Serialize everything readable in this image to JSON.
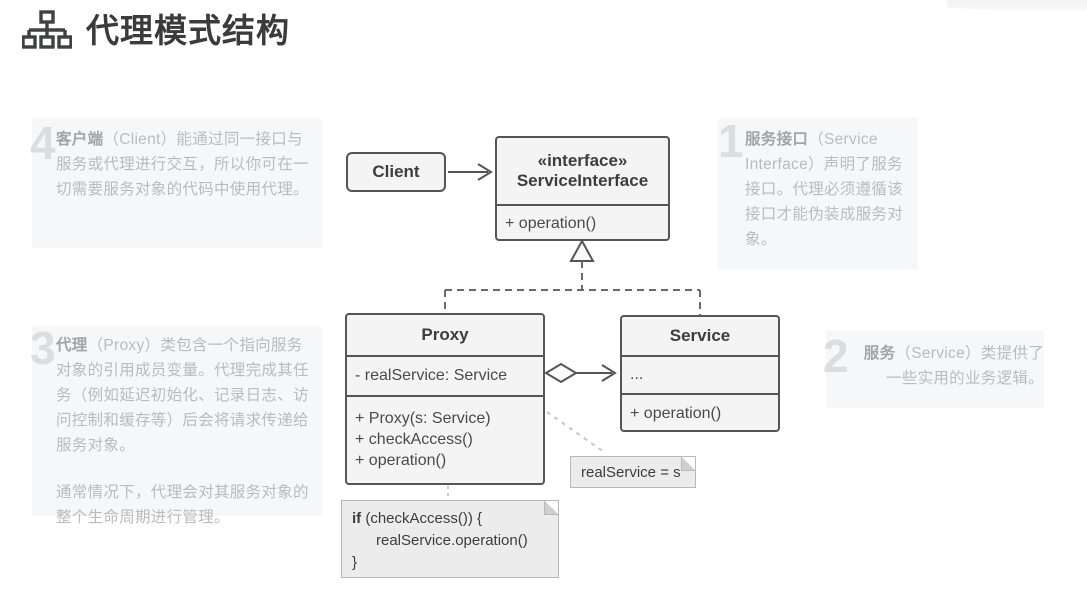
{
  "header": {
    "title": "代理模式结构",
    "icon": "sitemap-icon"
  },
  "colors": {
    "box_border": "#555555",
    "box_fill": "#f4f4f4",
    "note_panel": "#f6f7f8",
    "note_text": "#b9bbbd",
    "note_number": "#dcdddf",
    "sticky_fill": "#ececec",
    "title_text": "#3b3b3b"
  },
  "annotations": [
    {
      "number": "1",
      "term": "服务接口",
      "body": "（Service Interface）声明了服务接口。代理必须遵循该接口才能伪装成服务对象。"
    },
    {
      "number": "2",
      "term": "服务",
      "body": "（Service）类提供了一些实用的业务逻辑。"
    },
    {
      "number": "3",
      "term": "代理",
      "body": "（Proxy）类包含一个指向服务对象的引用成员变量。代理完成其任务（例如延迟初始化、记录日志、访问控制和缓存等）后会将请求传递给服务对象。",
      "body2": "通常情况下，代理会对其服务对象的整个生命周期进行管理。"
    },
    {
      "number": "4",
      "term": "客户端",
      "body": "（Client）能通过同一接口与服务或代理进行交互，所以你可在一切需要服务对象的代码中使用代理。"
    }
  ],
  "diagram": {
    "client": {
      "name": "Client"
    },
    "service_interface": {
      "stereotype": "«interface»",
      "name": "ServiceInterface",
      "operations": [
        "+ operation()"
      ]
    },
    "proxy": {
      "name": "Proxy",
      "attributes": [
        "- realService: Service"
      ],
      "operations": [
        "+ Proxy(s: Service)",
        "+ checkAccess()",
        "+ operation()"
      ]
    },
    "service": {
      "name": "Service",
      "attributes": [
        "..."
      ],
      "operations": [
        "+ operation()"
      ]
    },
    "notes": {
      "assignment": "realService = s",
      "code_line1_keyword": "if",
      "code_line1_rest": " (checkAccess()) {",
      "code_line2": "realService.operation()",
      "code_line3": "}"
    },
    "relations": [
      {
        "from": "Client",
        "to": "ServiceInterface",
        "type": "association-arrow"
      },
      {
        "from": "Proxy",
        "to": "ServiceInterface",
        "type": "realization"
      },
      {
        "from": "Service",
        "to": "ServiceInterface",
        "type": "realization"
      },
      {
        "from": "Proxy",
        "to": "Service",
        "type": "aggregation-arrow"
      }
    ]
  }
}
